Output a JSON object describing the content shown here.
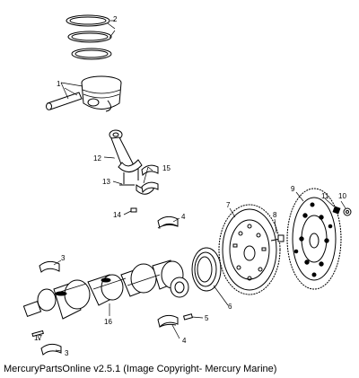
{
  "callouts": {
    "piston_pin": "1",
    "piston_rings": "2",
    "bearing_shell_left": "3",
    "bearing_shell_lower": "3",
    "main_bearing_upper": "4",
    "main_bearing_lower": "4",
    "dowel_pin": "5",
    "rear_seal": "6",
    "flywheel": "7",
    "flywheel_bolt": "8",
    "coupler_plate": "9",
    "washer": "10",
    "bolt": "11",
    "connecting_rod": "12",
    "rod_bolt": "13",
    "rod_nut": "14",
    "rod_bearing": "15",
    "crankshaft": "16",
    "key": "17"
  },
  "caption": "MercuryPartsOnline v2.5.1 (Image Copyright- Mercury Marine)"
}
